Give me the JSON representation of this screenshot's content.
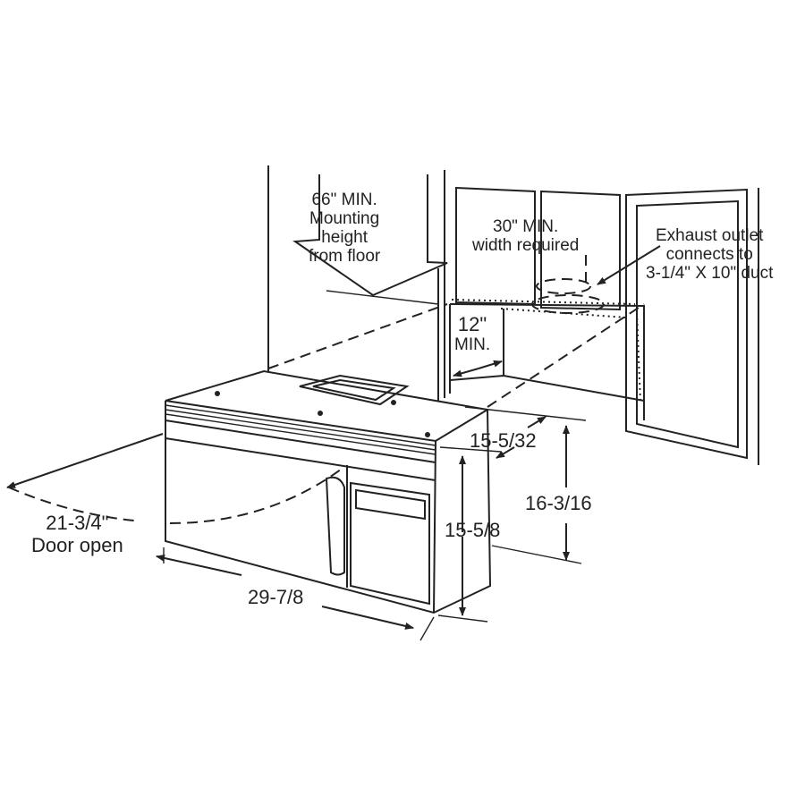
{
  "labels": {
    "mounting": [
      "66\" MIN.",
      "Mounting",
      "height",
      "from floor"
    ],
    "width": [
      "30\" MIN.",
      "width required"
    ],
    "exhaust": [
      "Exhaust outlet",
      "connects to",
      "3-1/4\" X 10\" duct"
    ],
    "clearance": [
      "12\"",
      "MIN."
    ],
    "depth": "15-5/32",
    "total_height": "16-3/16",
    "height": "15-5/8",
    "door": [
      "21-3/4\"",
      "Door open"
    ],
    "width_dim": "29-7/8"
  },
  "colors": {
    "line": "#222222",
    "background": "#ffffff"
  }
}
